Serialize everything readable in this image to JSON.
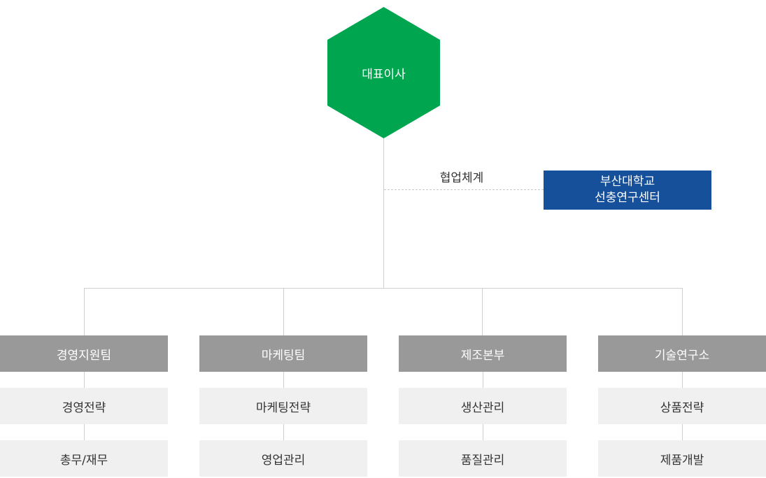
{
  "ceo": {
    "label": "대표이사"
  },
  "cooperation": {
    "label": "협업체계",
    "partner": {
      "line1": "부산대학교",
      "line2": "선충연구센터"
    }
  },
  "departments": [
    {
      "name": "경영지원팀",
      "subs": [
        "경영전략",
        "총무/재무"
      ]
    },
    {
      "name": "마케팅팀",
      "subs": [
        "마케팅전략",
        "영업관리"
      ]
    },
    {
      "name": "제조본부",
      "subs": [
        "생산관리",
        "품질관리"
      ]
    },
    {
      "name": "기술연구소",
      "subs": [
        "상품전략",
        "제품개발"
      ]
    }
  ],
  "colors": {
    "ceo": "#00a54f",
    "partner": "#17509a",
    "department": "#999999",
    "sub_unit": "#f0f0f0",
    "connector": "#cfcfcf"
  }
}
